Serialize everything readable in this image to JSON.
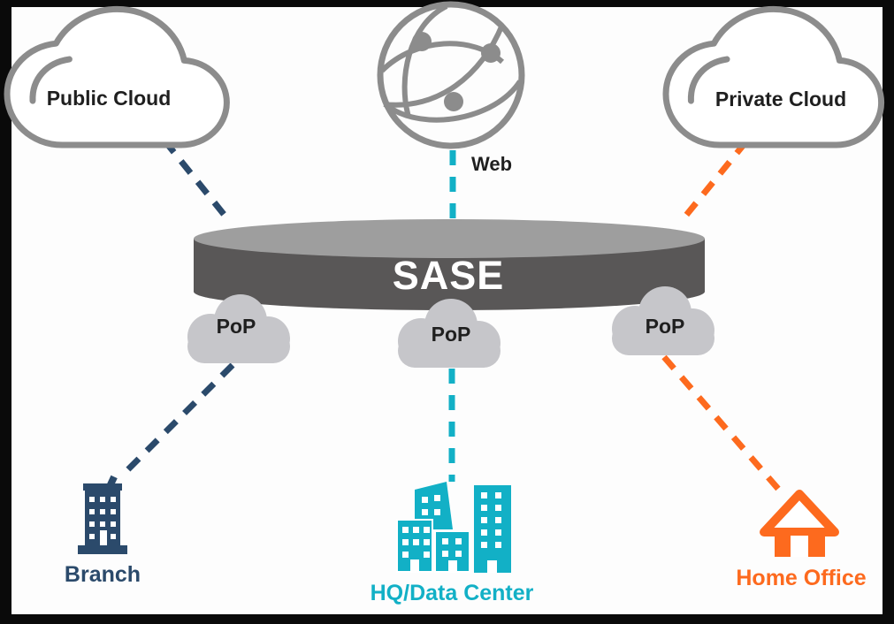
{
  "diagram": {
    "title": "SASE",
    "nodes": {
      "public_cloud": {
        "label": "Public Cloud",
        "icon": "cloud-outline-icon"
      },
      "web": {
        "label": "Web",
        "icon": "globe-network-icon"
      },
      "private_cloud": {
        "label": "Private Cloud",
        "icon": "cloud-outline-icon"
      },
      "sase": {
        "label": "SASE",
        "icon": "disk-platform"
      },
      "pop_left": {
        "label": "PoP",
        "icon": "cloud-filled-icon"
      },
      "pop_center": {
        "label": "PoP",
        "icon": "cloud-filled-icon"
      },
      "pop_right": {
        "label": "PoP",
        "icon": "cloud-filled-icon"
      },
      "branch": {
        "label": "Branch",
        "icon": "office-building-icon"
      },
      "hq_data_center": {
        "label": "HQ/Data Center",
        "icon": "city-buildings-icon"
      },
      "home_office": {
        "label": "Home Office",
        "icon": "house-icon"
      }
    },
    "connections": [
      {
        "from": "Public Cloud",
        "to": "SASE",
        "style": "dashed",
        "color": "navy"
      },
      {
        "from": "Web",
        "to": "SASE",
        "style": "dashed",
        "color": "teal"
      },
      {
        "from": "Private Cloud",
        "to": "SASE",
        "style": "dashed",
        "color": "orange"
      },
      {
        "from": "PoP",
        "to": "Branch",
        "style": "dashed",
        "color": "navy"
      },
      {
        "from": "PoP",
        "to": "HQ/Data Center",
        "style": "dashed",
        "color": "teal"
      },
      {
        "from": "PoP",
        "to": "Home Office",
        "style": "dashed",
        "color": "orange"
      }
    ]
  },
  "colors": {
    "navy": "#2b4a6b",
    "teal": "#12b0c6",
    "orange": "#fd6a1e",
    "outline-gray": "#8c8c8c",
    "disk-body": "#595757",
    "disk-top": "#9e9e9e",
    "pop-fill": "#c6c6ca",
    "label-dark": "#1f1f1f",
    "sase-text": "#ffffff",
    "background": "#fdfdfd",
    "border": "#0a0a0a"
  }
}
